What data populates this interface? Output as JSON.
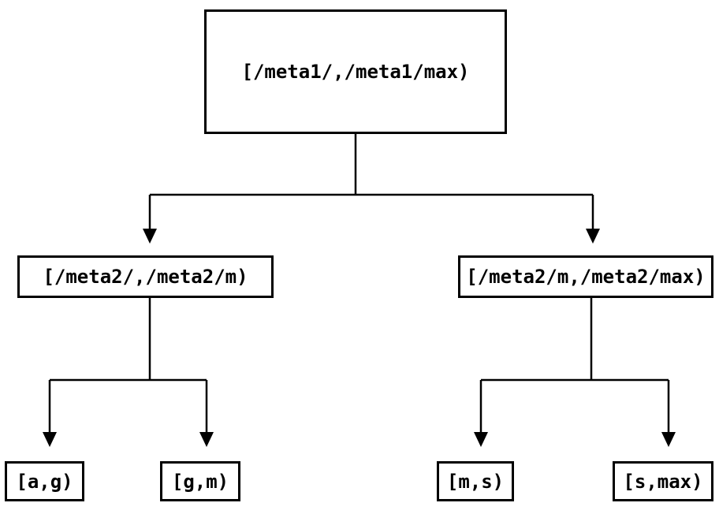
{
  "diagram": {
    "type": "tree",
    "colors": {
      "background": "#ffffff",
      "line": "#000000",
      "text": "#000000"
    },
    "nodes": {
      "root": {
        "label": "[/meta1/,/meta1/max)"
      },
      "meta2_low": {
        "label": "[/meta2/,/meta2/m)"
      },
      "meta2_high": {
        "label": "[/meta2/m,/meta2/max)"
      },
      "leaf_ag": {
        "label": "[a,g)"
      },
      "leaf_gm": {
        "label": "[g,m)"
      },
      "leaf_ms": {
        "label": "[m,s)"
      },
      "leaf_smax": {
        "label": "[s,max)"
      }
    },
    "edges": [
      {
        "from": "root",
        "to": "meta2_low"
      },
      {
        "from": "root",
        "to": "meta2_high"
      },
      {
        "from": "meta2_low",
        "to": "leaf_ag"
      },
      {
        "from": "meta2_low",
        "to": "leaf_gm"
      },
      {
        "from": "meta2_high",
        "to": "leaf_ms"
      },
      {
        "from": "meta2_high",
        "to": "leaf_smax"
      }
    ]
  }
}
